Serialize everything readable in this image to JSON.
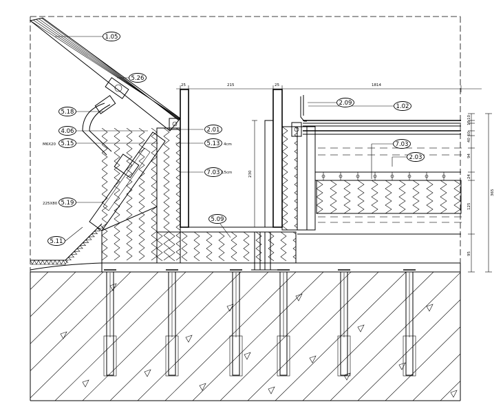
{
  "callouts": [
    {
      "id": "c105",
      "label": "1.05"
    },
    {
      "id": "c526",
      "label": "5.26"
    },
    {
      "id": "c518",
      "label": "5.18"
    },
    {
      "id": "c406",
      "label": "4.06"
    },
    {
      "id": "c515",
      "label": "5.15"
    },
    {
      "id": "c519",
      "label": "5.19"
    },
    {
      "id": "c511",
      "label": "5.11"
    },
    {
      "id": "c201",
      "label": "2.01"
    },
    {
      "id": "c513",
      "label": "5.13"
    },
    {
      "id": "c703a",
      "label": "7.03"
    },
    {
      "id": "c509",
      "label": "5.09"
    },
    {
      "id": "c209",
      "label": "2.09"
    },
    {
      "id": "c102",
      "label": "1.02"
    },
    {
      "id": "c703b",
      "label": "7.03"
    },
    {
      "id": "c203",
      "label": "2.03"
    }
  ],
  "side_notes": {
    "c515": "M6X20",
    "c519": "225X80",
    "c513": "4cm",
    "c703a": "15cm"
  },
  "dimensions": {
    "top_25_left": "25",
    "top_215": "215",
    "top_25_right": "25",
    "top_right": "1814",
    "vertical_230": "230",
    "right_10": "10",
    "right_15": "15",
    "right_60": "60",
    "right_40": "40",
    "right_94": "94",
    "right_24": "24",
    "right_125": "125",
    "right_95": "95",
    "right_total": "365"
  }
}
